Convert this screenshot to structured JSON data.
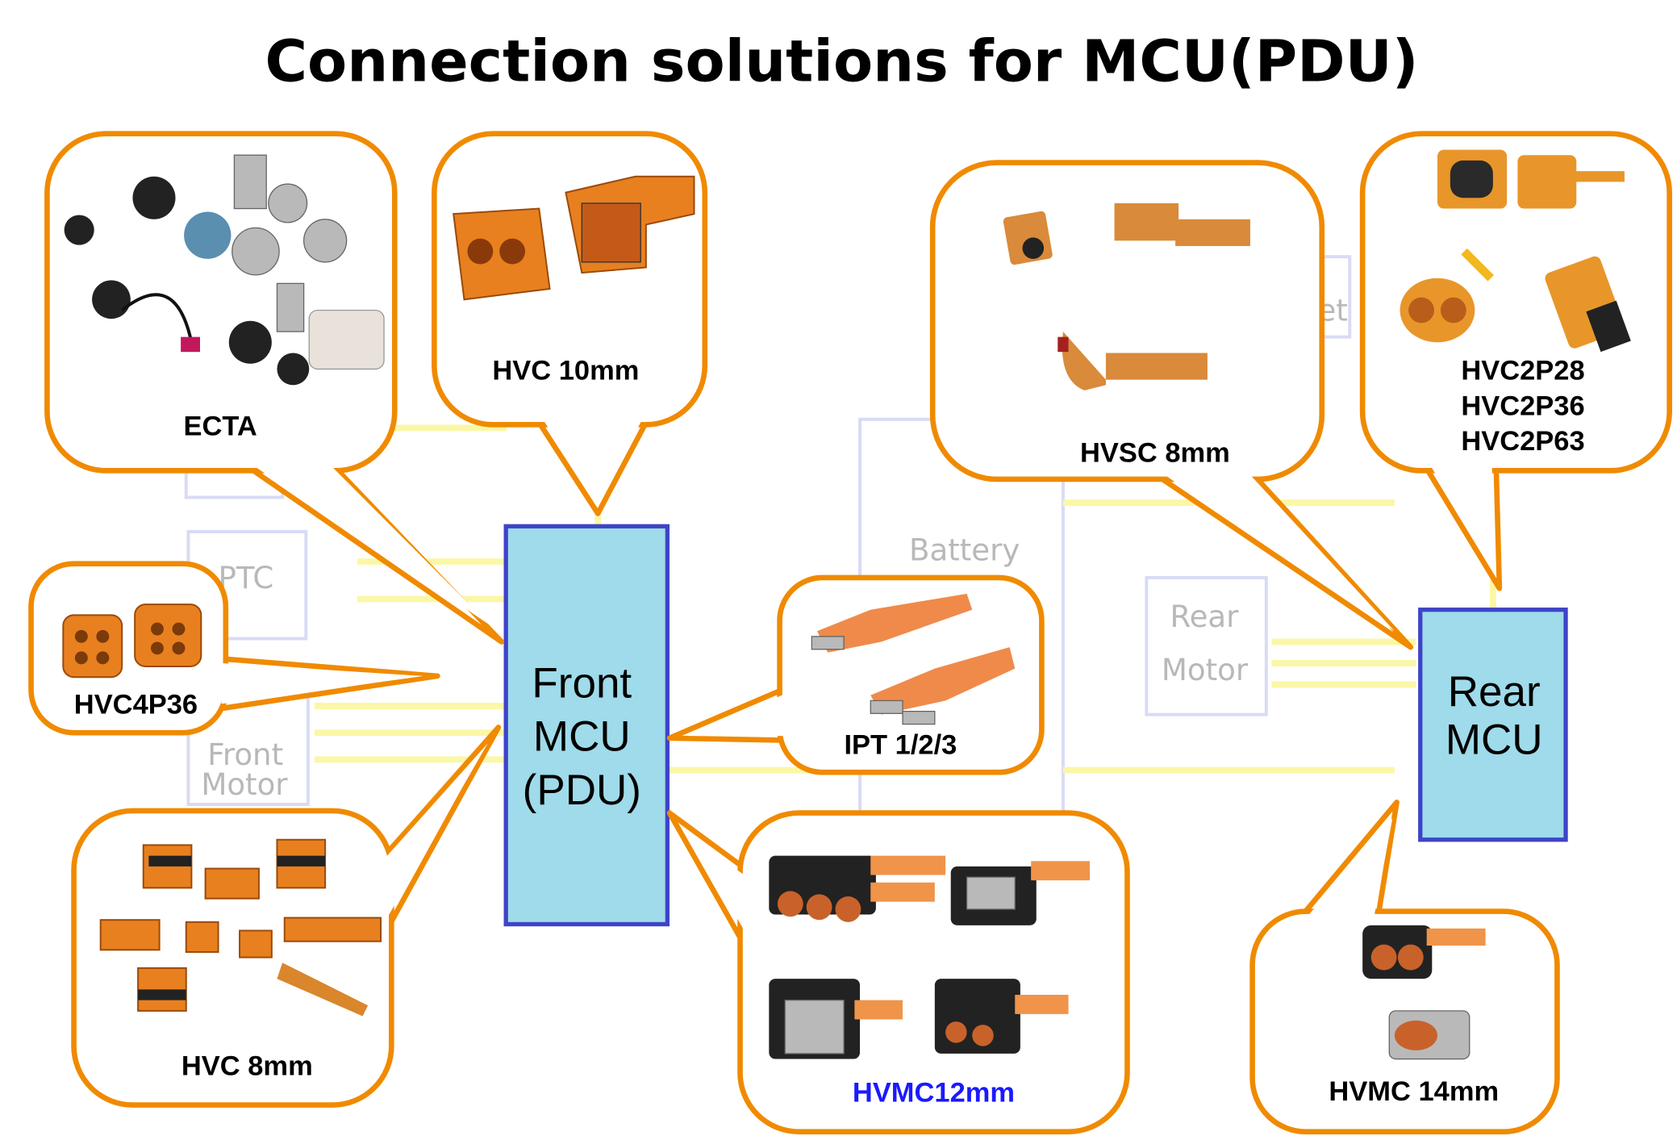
{
  "title": "Connection solutions for MCU(PDU)",
  "units": {
    "front_mcu": [
      "Front",
      "MCU",
      "(PDU)"
    ],
    "rear_mcu": [
      "Rear",
      "MCU"
    ]
  },
  "background_blocks": {
    "ptc": "PTC",
    "front_motor": [
      "Front",
      "Motor"
    ],
    "rear_motor": [
      "Rear",
      "Motor"
    ],
    "battery": "Battery",
    "partial": "et"
  },
  "callouts": {
    "ecta": "ECTA",
    "hvc10": "HVC 10mm",
    "hvc4p36": "HVC4P36",
    "hvc8": "HVC 8mm",
    "ipt": "IPT 1/2/3",
    "hvmc12": "HVMC12mm",
    "hvsc8": "HVSC 8mm",
    "hvc2p": [
      "HVC2P28",
      "HVC2P36",
      "HVC2P63"
    ],
    "hvmc14": "HVMC 14mm"
  },
  "colors": {
    "callout_border": "#f08a00",
    "mcu_fill": "#9fdbea",
    "mcu_border": "#3e44c8",
    "hvmc12_label": "#1a1aff"
  }
}
